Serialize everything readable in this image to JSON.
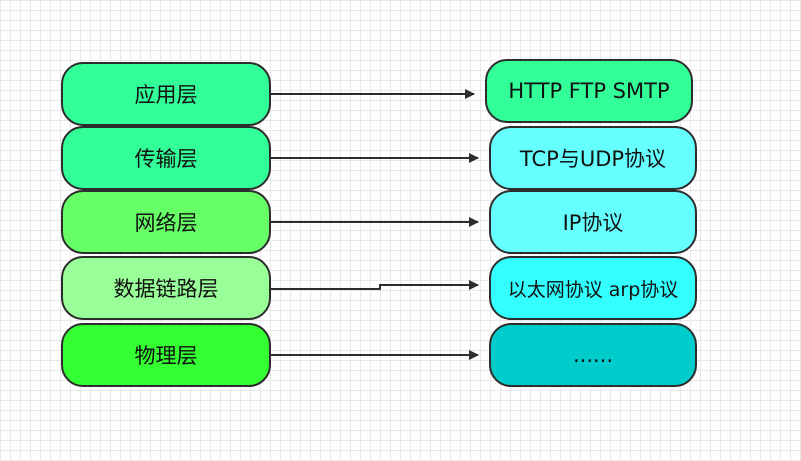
{
  "layers": [
    {
      "label": "应用层",
      "color": "#33ff99"
    },
    {
      "label": "传输层",
      "color": "#33ff99"
    },
    {
      "label": "网络层",
      "color": "#66ff66"
    },
    {
      "label": "数据链路层",
      "color": "#99ff99"
    },
    {
      "label": "物理层",
      "color": "#33ff33"
    }
  ],
  "protocols": [
    {
      "label": "HTTP FTP SMTP",
      "color": "#33ff99"
    },
    {
      "label": "TCP与UDP协议",
      "color": "#66ffff"
    },
    {
      "label": "IP协议",
      "color": "#66ffff"
    },
    {
      "label": "以太网协议 arp协议",
      "color": "#33ffff"
    },
    {
      "label": "......",
      "color": "#00cccc"
    }
  ]
}
